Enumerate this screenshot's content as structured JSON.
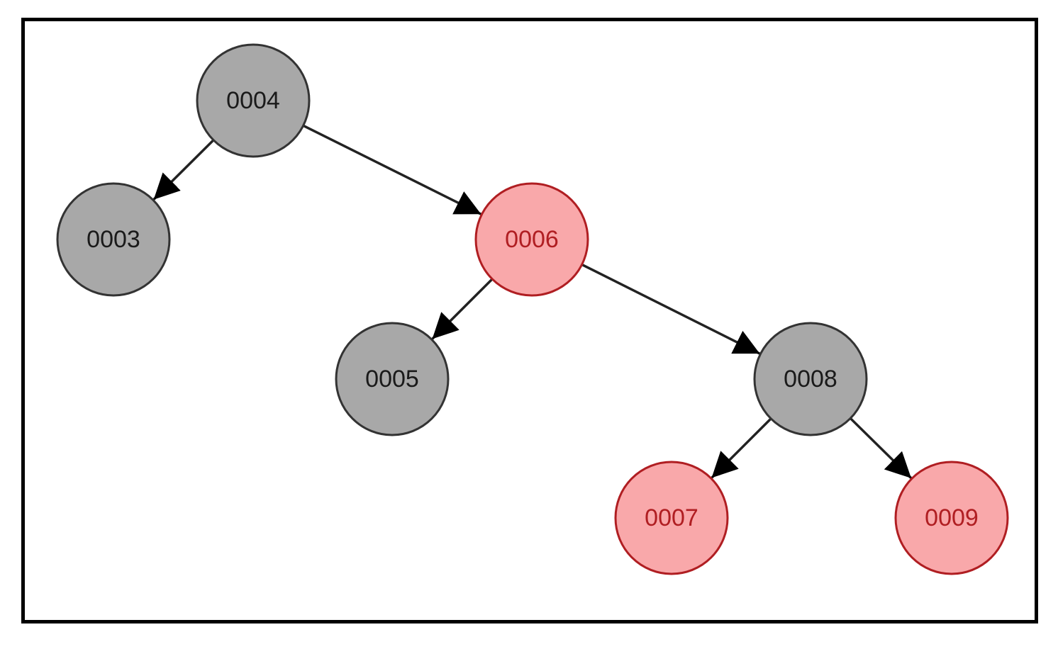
{
  "colors": {
    "frame_border": "#000000",
    "edge": "#222222",
    "black_fill": "#a8a8a8",
    "black_stroke": "#333333",
    "black_text": "#1a1a1a",
    "red_fill": "#f9a8aa",
    "red_stroke": "#b01e22",
    "red_text": "#b01e22"
  },
  "tree": {
    "nodes": [
      {
        "id": "n4",
        "label": "0004",
        "color": "black"
      },
      {
        "id": "n3",
        "label": "0003",
        "color": "black"
      },
      {
        "id": "n6",
        "label": "0006",
        "color": "red"
      },
      {
        "id": "n5",
        "label": "0005",
        "color": "black"
      },
      {
        "id": "n8",
        "label": "0008",
        "color": "black"
      },
      {
        "id": "n7",
        "label": "0007",
        "color": "red"
      },
      {
        "id": "n9",
        "label": "0009",
        "color": "red"
      }
    ],
    "edges": [
      {
        "from": "n4",
        "to": "n3"
      },
      {
        "from": "n4",
        "to": "n6"
      },
      {
        "from": "n6",
        "to": "n5"
      },
      {
        "from": "n6",
        "to": "n8"
      },
      {
        "from": "n8",
        "to": "n7"
      },
      {
        "from": "n8",
        "to": "n9"
      }
    ]
  }
}
